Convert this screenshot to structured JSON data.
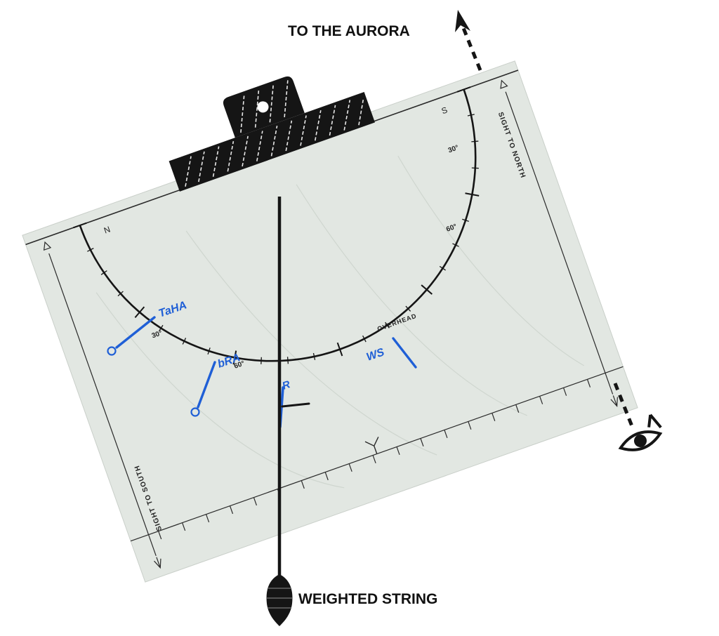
{
  "labels": {
    "aurora": "TO THE AURORA",
    "weight": "WEIGHTED STRING",
    "sight_north": "SIGHT TO NORTH",
    "sight_south": "SIGHT TO SOUTH",
    "north": "N",
    "south": "S",
    "overhead": "OVERHEAD"
  },
  "scale": {
    "ticks": [
      {
        "label": "30°"
      },
      {
        "label": "60°"
      },
      {
        "label": "60°"
      },
      {
        "label": "30°"
      }
    ]
  },
  "annotations": {
    "ha": "TaHA",
    "bra": "bRA",
    "r": "R",
    "ws": "WS"
  },
  "colors": {
    "card": "#e2e7e2",
    "ink": "#151515",
    "annotation": "#1f5fd6",
    "background": "#ffffff"
  }
}
